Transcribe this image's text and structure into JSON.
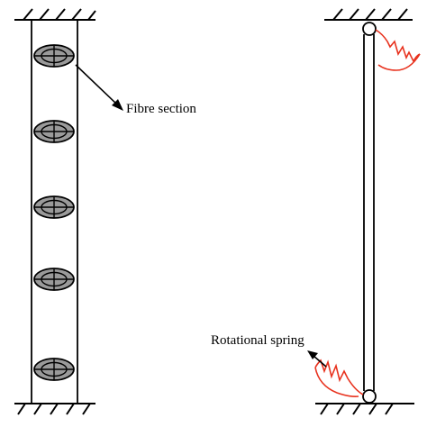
{
  "labels": {
    "fibre_section": "Fibre section",
    "rotational_spring": "Rotational spring"
  },
  "models": {
    "left": {
      "fibre_section_count": 5
    },
    "right": {
      "rotational_spring_count": 2,
      "hinge_count": 2
    }
  },
  "colors": {
    "line": "#000000",
    "spring": "#e8321e",
    "section_fill": "#9a9a9a",
    "background": "#ffffff"
  }
}
